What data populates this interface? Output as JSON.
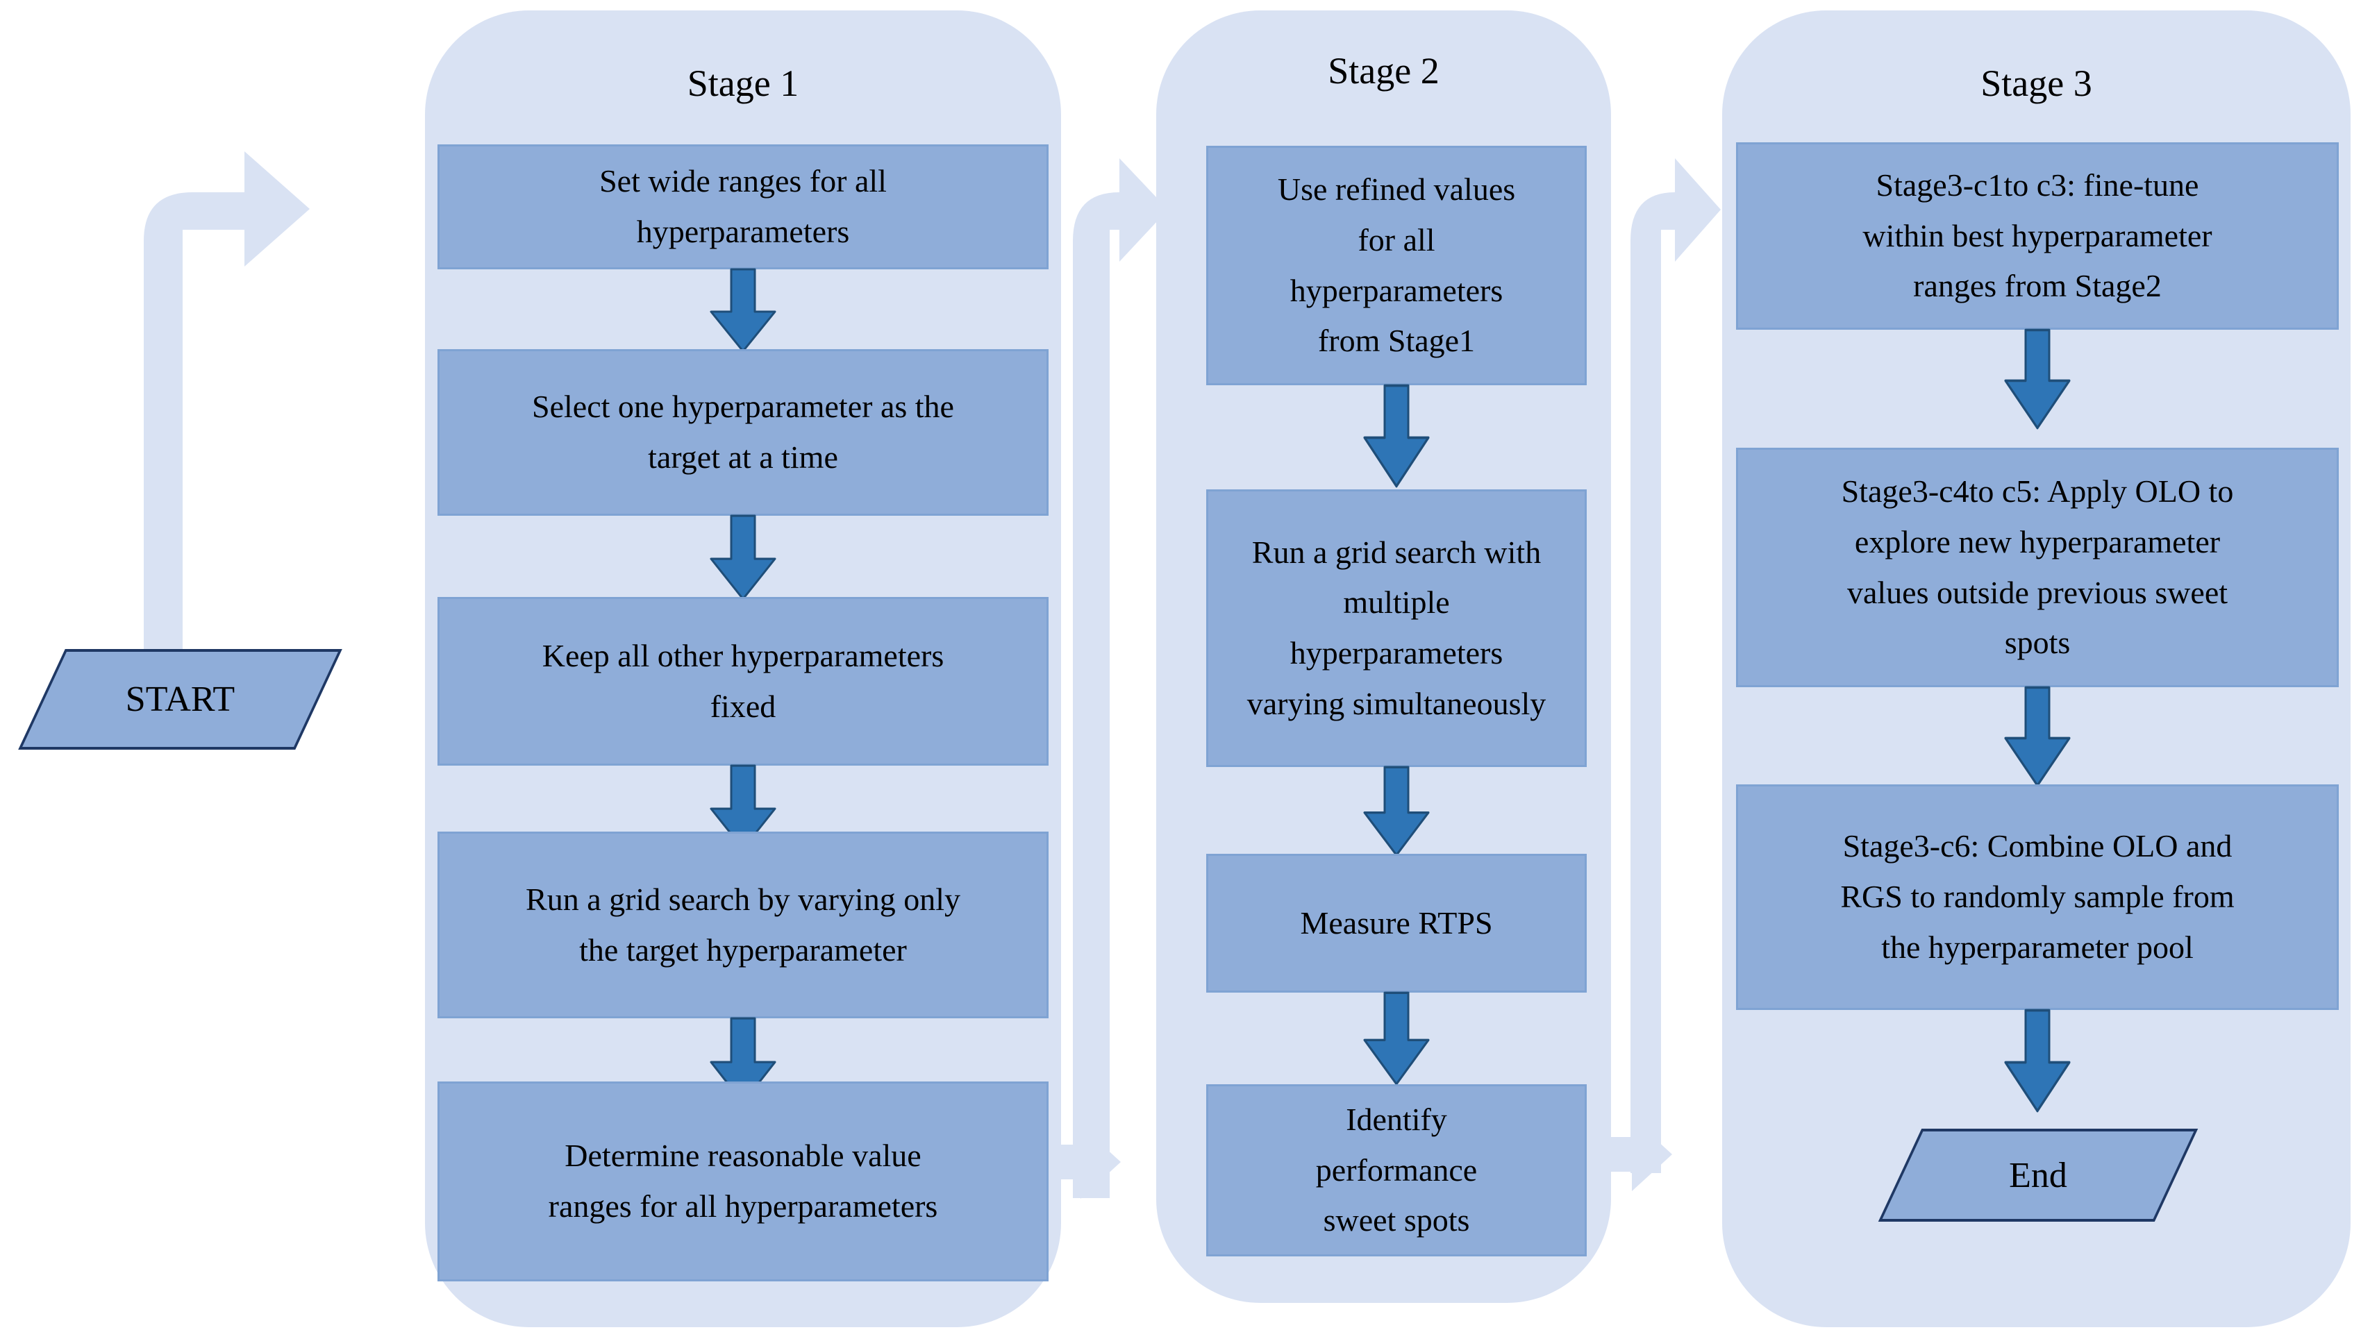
{
  "colors": {
    "background": "#ffffff",
    "panel": "#d9e2f3",
    "box": "#8fadd9",
    "box_border": "#7fa3d3",
    "arrow": "#2e75b6",
    "arrow_stroke": "#1f4e79",
    "connector": "#d9e2f3",
    "terminal": "#8fadd9",
    "terminal_border": "#1f3864",
    "text": "#000000"
  },
  "terminals": {
    "start": "START",
    "end": "End"
  },
  "stages": [
    {
      "label": "Stage 1",
      "steps": [
        "Set wide ranges for all hyperparameters",
        "Select one hyperparameter as the target at a time",
        "Keep all other hyperparameters fixed",
        "Run a grid search by varying only the target hyperparameter",
        "Determine reasonable value ranges for all hyperparameters"
      ]
    },
    {
      "label": "Stage 2",
      "steps": [
        "Use refined values for all hyperparameters from Stage1",
        "Run a grid search with multiple hyperparameters varying simultaneously",
        "Measure RTPS",
        "Identify performance sweet spots"
      ]
    },
    {
      "label": "Stage 3",
      "steps": [
        "Stage3-c1to c3: fine-tune within best hyperparameter ranges from Stage2",
        "Stage3-c4to c5: Apply OLO to explore new hyperparameter values outside previous sweet spots",
        "Stage3-c6: Combine OLO and RGS to randomly sample from the hyperparameter pool"
      ]
    }
  ],
  "icons": {
    "flow_arrow": "down-arrow",
    "stage_connector": "elbow-arrow"
  }
}
